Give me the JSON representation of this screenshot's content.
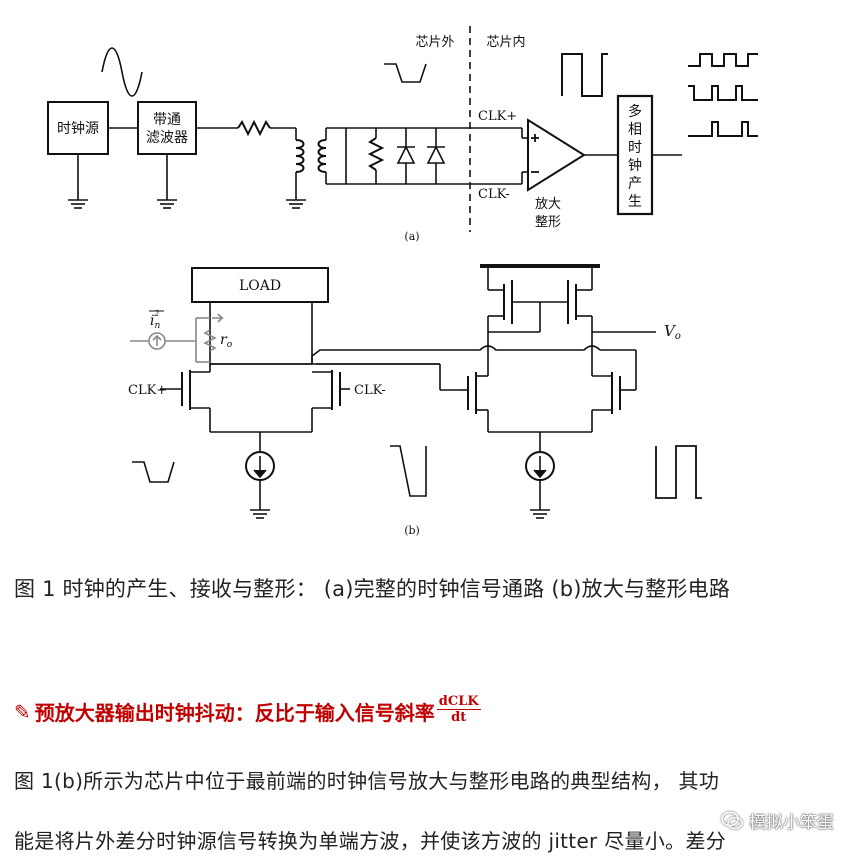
{
  "figure": {
    "a": {
      "clock_source": "时钟源",
      "bandpass_line1": "带通",
      "bandpass_line2": "滤波器",
      "off_chip": "芯片外",
      "on_chip": "芯片内",
      "clk_plus": "CLK+",
      "clk_minus": "CLK-",
      "amp_line1": "放大",
      "amp_line2": "整形",
      "multiphase": [
        "多",
        "相",
        "时",
        "钟",
        "产",
        "生"
      ],
      "sublabel": "(a)"
    },
    "b": {
      "load": "LOAD",
      "noise_symbol": "i",
      "noise_sub": "n",
      "noise_sup": "2",
      "ro": "r",
      "ro_sub": "o",
      "clk_plus": "CLK+",
      "clk_minus": "CLK-",
      "vo": "V",
      "vo_sub": "o",
      "sublabel": "(b)"
    }
  },
  "caption": "图 1  时钟的产生、接收与整形：  (a)完整的时钟信号通路  (b)放大与整形电路",
  "heading": {
    "icon": "pencil-icon",
    "text": "预放大器输出时钟抖动：反比于输入信号斜率",
    "frac_num": "dCLK",
    "frac_den": "dt"
  },
  "paragraph": {
    "line1": "图  1(b)所示为芯片中位于最前端的时钟信号放大与整形电路的典型结构，  其功",
    "line2": "能是将片外差分时钟源信号转换为单端方波，并使该方波的  jitter  尽量小。差分"
  },
  "watermark": "模拟小笨蛋",
  "colors": {
    "heading": "#c00000",
    "ink": "#111111"
  }
}
